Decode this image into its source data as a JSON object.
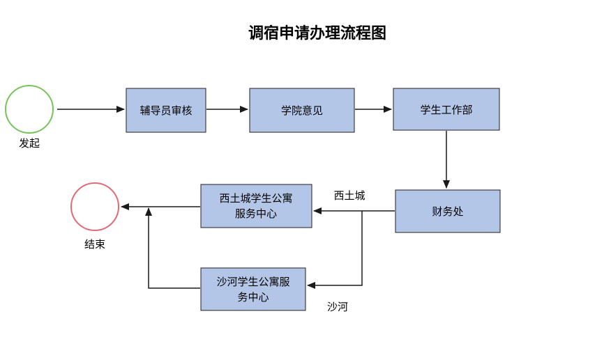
{
  "diagram": {
    "title": "调宿申请办理流程图",
    "start": {
      "label": "发起",
      "color": "#77c35a"
    },
    "end": {
      "label": "结束",
      "color": "#e06a74"
    },
    "nodes": {
      "counselor": {
        "lines": [
          "辅导员审核"
        ]
      },
      "college": {
        "lines": [
          "学院意见"
        ]
      },
      "student_affairs": {
        "lines": [
          "学生工作部"
        ]
      },
      "finance": {
        "lines": [
          "财务处"
        ]
      },
      "xitucheng": {
        "lines": [
          "西土城学生公寓",
          "服务中心"
        ]
      },
      "shahe": {
        "lines": [
          "沙河学生公寓服",
          "务中心"
        ]
      }
    },
    "edge_labels": {
      "xitucheng": "西土城",
      "shahe": "沙河"
    },
    "colors": {
      "box_fill": "#b4c6e7",
      "box_stroke": "#1f1f1f",
      "line": "#1a1a1a"
    }
  }
}
